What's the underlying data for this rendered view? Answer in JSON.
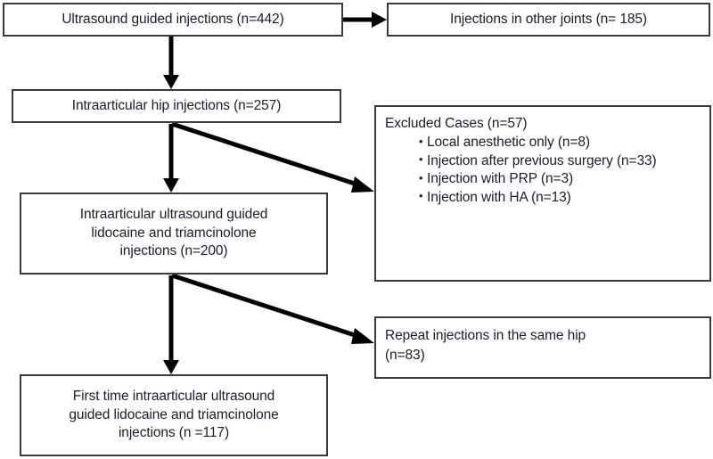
{
  "diagram": {
    "type": "flowchart",
    "title_present": false,
    "colors": {
      "box_border": "#3a3a3a",
      "box_fill": "#ffffff",
      "text": "#1c1c2b",
      "arrow": "#000000",
      "background": "#ffffff"
    },
    "nodes": {
      "root": {
        "label": "Ultrasound guided injections (n=442)",
        "n": 442
      },
      "other_joints": {
        "label": "Injections in other  joints (n= 185)",
        "n": 185
      },
      "hip": {
        "label": "Intraarticular hip injections (n=257)",
        "n": 257
      },
      "excluded": {
        "title": "Excluded Cases (n=57)",
        "n": 57,
        "bullets": [
          "Local anesthetic only (n=8)",
          "Injection after previous surgery (n=33)",
          "Injection with PRP (n=3)",
          "Injection with HA (n=13)"
        ]
      },
      "lidocaine": {
        "line1": "Intraarticular ultrasound guided",
        "line2": "lidocaine and triamcinolone",
        "line3": "injections (n=200)",
        "n": 200
      },
      "repeat": {
        "line1": "Repeat injections in the  same hip",
        "line2": "(n=83)",
        "n": 83
      },
      "first_time": {
        "line1": "First time intraarticular ultrasound",
        "line2": "guided  lidocaine and triamcinolone",
        "line3": "injections (n =117)",
        "n": 117
      }
    },
    "edges": [
      {
        "from": "root",
        "to": "other_joints",
        "direction": "right"
      },
      {
        "from": "root",
        "to": "hip",
        "direction": "down"
      },
      {
        "from": "hip",
        "to": "excluded",
        "direction": "diagonal-down-right"
      },
      {
        "from": "hip",
        "to": "lidocaine",
        "direction": "down"
      },
      {
        "from": "lidocaine",
        "to": "repeat",
        "direction": "diagonal-down-right"
      },
      {
        "from": "lidocaine",
        "to": "first_time",
        "direction": "down"
      }
    ]
  }
}
